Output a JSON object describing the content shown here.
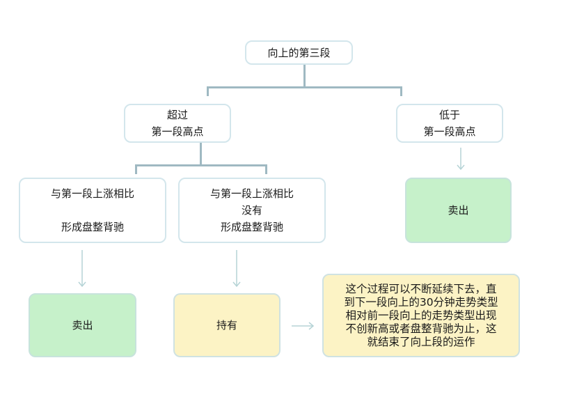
{
  "diagram": {
    "root": {
      "label": "向上的第三段"
    },
    "branch_above": {
      "line1": "超过",
      "line2": "第一段高点"
    },
    "branch_below": {
      "line1": "低于",
      "line2": "第一段高点"
    },
    "case_divergence": {
      "line1": "与第一段上涨相比",
      "line2": "形成盘整背驰"
    },
    "case_no_divergence": {
      "line1": "与第一段上涨相比",
      "line2": "没有",
      "line3": "形成盘整背驰"
    },
    "outcome_sell_left": {
      "label": "卖出"
    },
    "outcome_hold": {
      "label": "持有"
    },
    "outcome_sell_right": {
      "label": "卖出"
    },
    "note": {
      "line1": "这个过程可以不断延续下去，直",
      "line2": "到下一段向上的30分钟走势类型",
      "line3": "相对前一段向上的走势类型出现",
      "line4": "不创新高或者盘整背驰为止，这",
      "line5": "就结束了向上段的运作"
    }
  },
  "colors": {
    "connector": "#9fb9c2",
    "arrow": "#b5d3d6",
    "node_border": "#d3e6ec",
    "sell_fill": "#c6f1ca",
    "hold_fill": "#fcf3c5"
  }
}
